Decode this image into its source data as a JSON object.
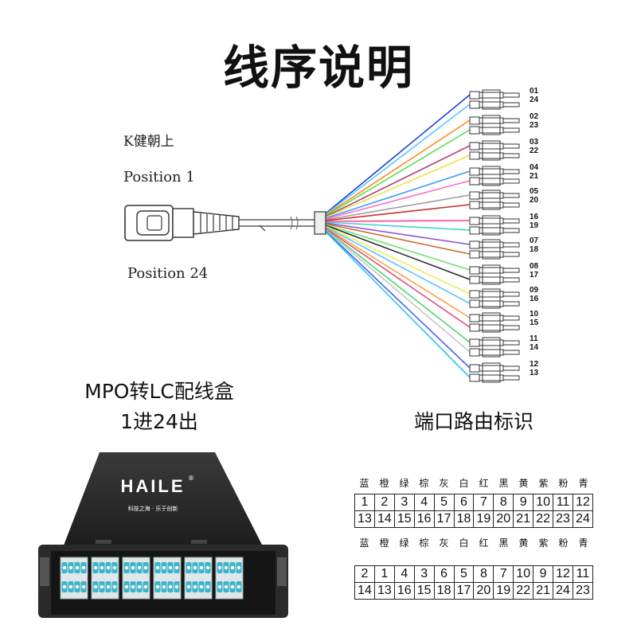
{
  "title": "线序说明",
  "diagram": {
    "orientation_label": "K健朝上",
    "position_top_label": "Position 1",
    "position_bottom_label": "Position 24",
    "port_labels": [
      [
        "01",
        "24"
      ],
      [
        "02",
        "23"
      ],
      [
        "03",
        "22"
      ],
      [
        "04",
        "21"
      ],
      [
        "05",
        "20"
      ],
      [
        "16",
        "19"
      ],
      [
        "07",
        "18"
      ],
      [
        "08",
        "17"
      ],
      [
        "09",
        "16"
      ],
      [
        "10",
        "15"
      ],
      [
        "11",
        "14"
      ],
      [
        "12",
        "13"
      ]
    ],
    "fiber_colors": [
      "#1f3fd6",
      "#57c7ff",
      "#ff8a1c",
      "#57e04a",
      "#b0447a",
      "#f0e04a",
      "#3aa0ff",
      "#ff6fc8",
      "#9e9e9e",
      "#d12a2a",
      "#ff3f9d",
      "#44d3c8",
      "#8a56d6",
      "#c96b2f",
      "#6fe36f",
      "#2c2c2c",
      "#e9ef5a",
      "#5ec3ff",
      "#ff9f3f",
      "#e04d7e",
      "#4ed86a",
      "#c7c7c7",
      "#4f5ff2",
      "#2ec7e6"
    ]
  },
  "product": {
    "caption_line1": "MPO转LC配线盒",
    "caption_line2": "1进24出",
    "brand": "HAILE",
    "brand_mark": "®",
    "slogan": "科技之海 · 乐于创新"
  },
  "port_table": {
    "caption": "端口路由标识",
    "color_headers": [
      "蓝",
      "橙",
      "绿",
      "棕",
      "灰",
      "白",
      "红",
      "黑",
      "黄",
      "紫",
      "粉",
      "青"
    ],
    "table1": [
      [
        "1",
        "2",
        "3",
        "4",
        "5",
        "6",
        "7",
        "8",
        "9",
        "10",
        "11",
        "12"
      ],
      [
        "13",
        "14",
        "15",
        "16",
        "17",
        "18",
        "19",
        "20",
        "21",
        "22",
        "23",
        "24"
      ]
    ],
    "table2": [
      [
        "2",
        "1",
        "4",
        "3",
        "6",
        "5",
        "8",
        "7",
        "10",
        "9",
        "12",
        "11"
      ],
      [
        "14",
        "13",
        "16",
        "15",
        "18",
        "17",
        "20",
        "19",
        "22",
        "21",
        "24",
        "23"
      ]
    ]
  }
}
